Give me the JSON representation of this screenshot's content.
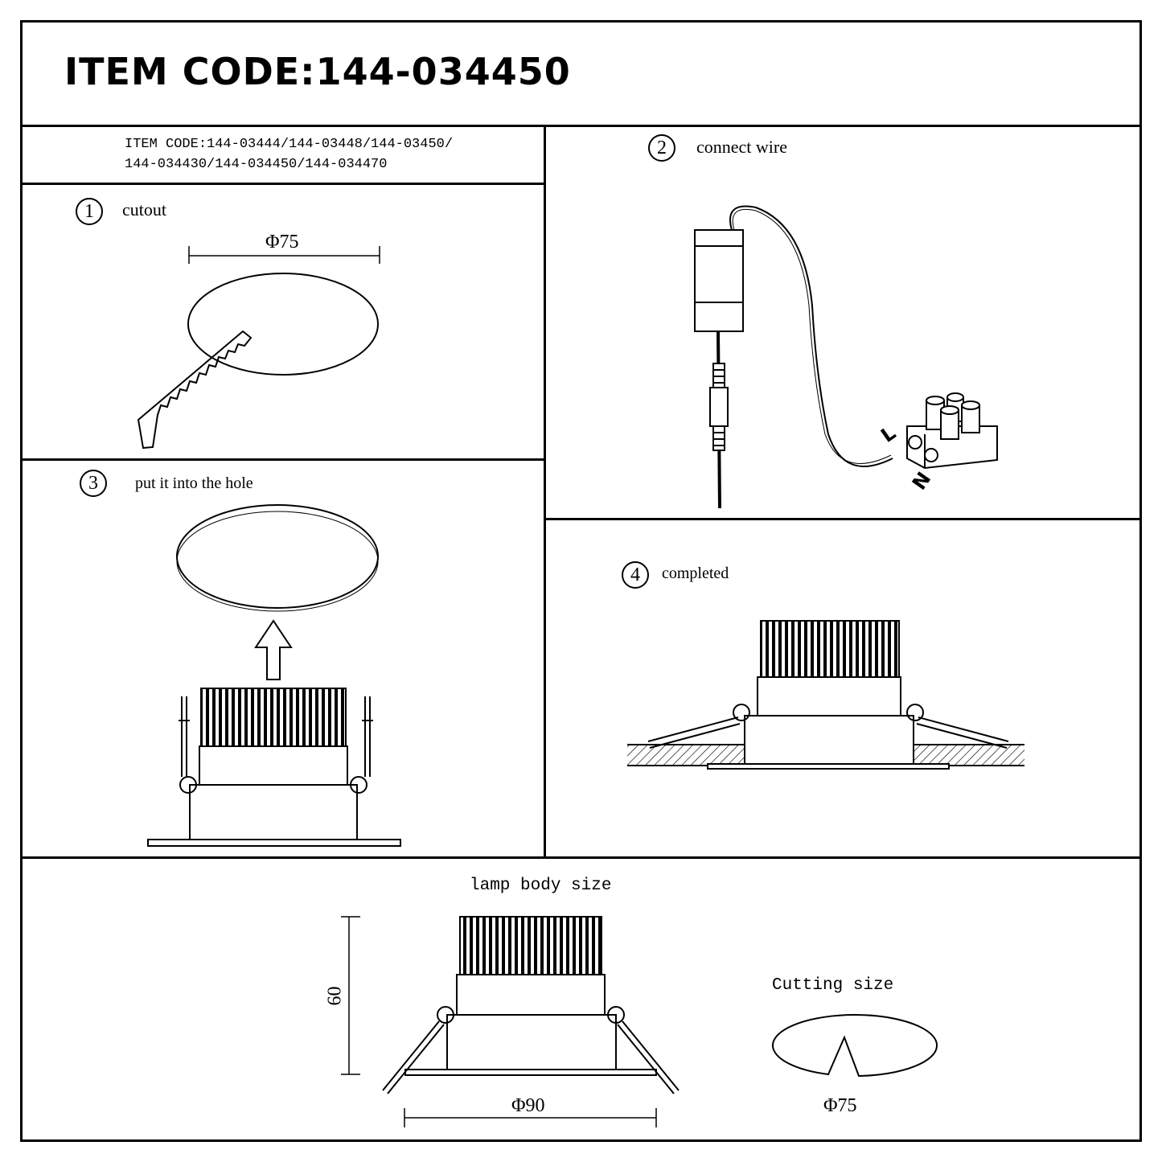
{
  "header": {
    "title": "ITEM CODE:144-034450"
  },
  "item_codes": {
    "line1": "ITEM CODE:144-03444/144-03448/144-03450/",
    "line2": "144-034430/144-034450/144-034470"
  },
  "steps": [
    {
      "number": "1",
      "label": "cutout",
      "dimension": "Φ75"
    },
    {
      "number": "2",
      "label": "connect wire",
      "wire_labels": [
        "L",
        "N"
      ]
    },
    {
      "number": "3",
      "label": "put it into the hole"
    },
    {
      "number": "4",
      "label": "completed"
    }
  ],
  "lamp_body": {
    "label": "lamp body size",
    "height": "60",
    "diameter": "Φ90"
  },
  "cutting": {
    "label": "Cutting size",
    "diameter": "Φ75"
  }
}
